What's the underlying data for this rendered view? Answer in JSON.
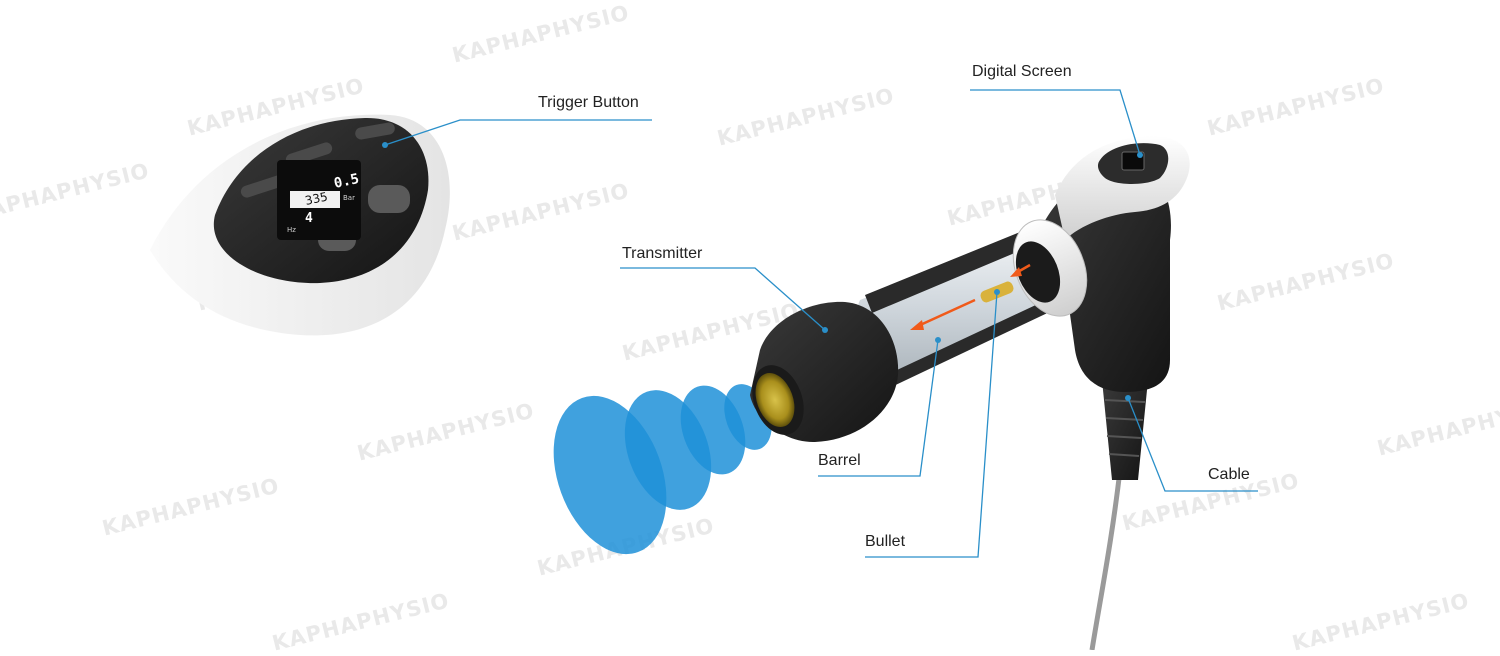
{
  "watermark": "KAPHAPHYSIO",
  "labels": {
    "trigger_button": "Trigger Button",
    "digital_screen": "Digital Screen",
    "transmitter": "Transmitter",
    "barrel": "Barrel",
    "bullet": "Bullet",
    "cable": "Cable"
  },
  "screen": {
    "pressure_value": "0.5",
    "pressure_unit": "Bar",
    "count_value": "335",
    "frequency_value": "4",
    "frequency_unit": "Hz"
  },
  "colors": {
    "leader_line": "#2a8fc9",
    "wave_blue": "#1e90d8",
    "device_black": "#262626",
    "arrow_orange": "#f05a1a"
  }
}
